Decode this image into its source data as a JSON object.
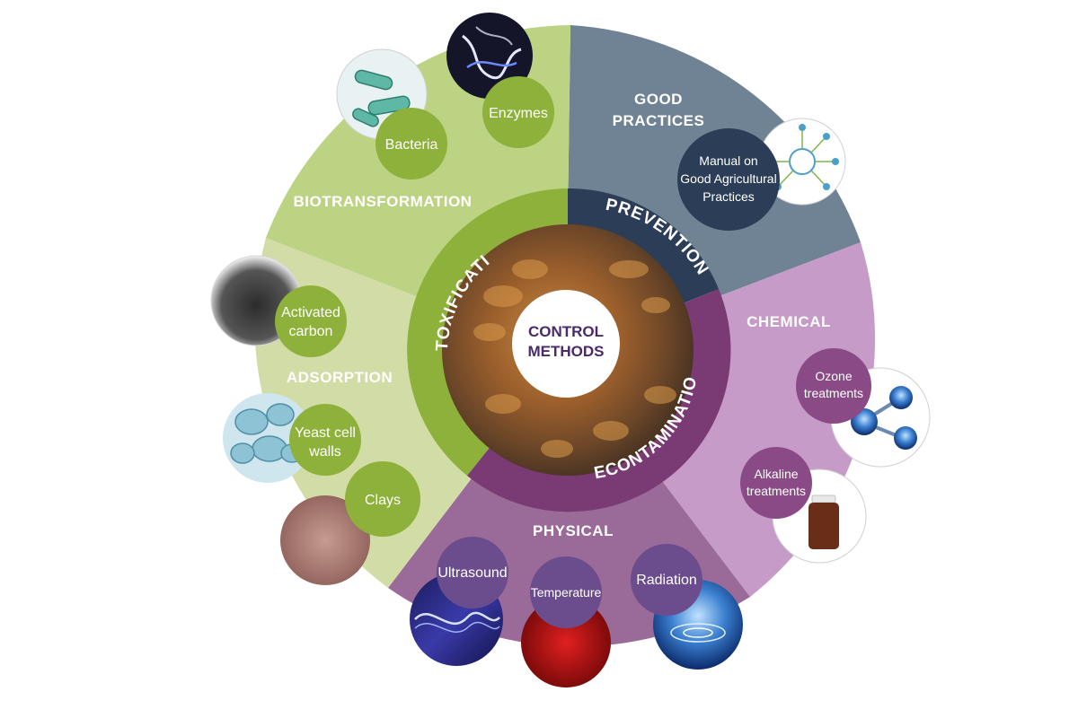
{
  "center": {
    "line1": "CONTROL",
    "line2": "METHODS"
  },
  "ring": {
    "detoxification": "DETOXIFICATION",
    "prevention": "PREVENTION",
    "decontamination": "DECONTAMINATION"
  },
  "segments": {
    "good_practices": {
      "line1": "GOOD",
      "line2": "PRACTICES",
      "color": "#6f8394"
    },
    "chemical": {
      "label": "CHEMICAL",
      "color": "#c69bc8"
    },
    "physical": {
      "label": "PHYSICAL",
      "color": "#9a6a98"
    },
    "adsorption": {
      "label": "ADSORPTION",
      "color": "#d2dca6"
    },
    "biotransformation": {
      "label": "BIOTRANSFORMATION",
      "color": "#bcd383"
    }
  },
  "methods": {
    "manual": {
      "line1": "Manual on",
      "line2": "Good Agricultural",
      "line3": "Practices"
    },
    "ozone": {
      "line1": "Ozone",
      "line2": "treatments"
    },
    "alkaline": {
      "line1": "Alkaline",
      "line2": "treatments"
    },
    "ultrasound": "Ultrasound",
    "temperature": "Temperature",
    "radiation": "Radiation",
    "activated_carbon": {
      "line1": "Activated",
      "line2": "carbon"
    },
    "yeast": {
      "line1": "Yeast cell",
      "line2": "walls"
    },
    "clays": "Clays",
    "bacteria": "Bacteria",
    "enzymes": "Enzymes"
  },
  "colors": {
    "detox_ring": "#8db13a",
    "prevention_ring": "#2c3e57",
    "decon_ring": "#7a3a74",
    "green_bubble": "#8db13a",
    "navy_bubble": "#2c3e57",
    "purple_bubble": "#8a4a86",
    "physical_bubble": "#6b4c8c"
  }
}
